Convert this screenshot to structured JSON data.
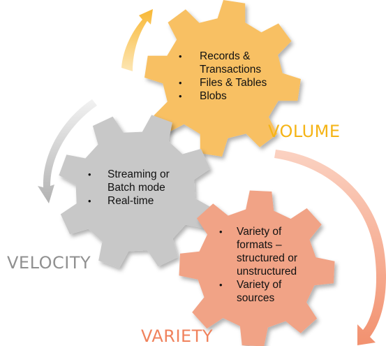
{
  "colors": {
    "volume_gear": "#f8c064",
    "velocity_gear": "#c8c8c8",
    "variety_gear": "#f1a386",
    "volume_title": "#f5b416",
    "velocity_title": "#909090",
    "variety_title": "#f0825c"
  },
  "volume": {
    "title": "VOLUME",
    "items": [
      "Records & Transactions",
      "Files & Tables",
      "Blobs"
    ]
  },
  "velocity": {
    "title": "VELOCITY",
    "items": [
      "Streaming or Batch mode",
      "Real-time"
    ]
  },
  "variety": {
    "title": "VARIETY",
    "items": [
      "Variety of formats – structured or unstructured",
      "Variety of sources"
    ]
  },
  "bullet_glyph": "•"
}
